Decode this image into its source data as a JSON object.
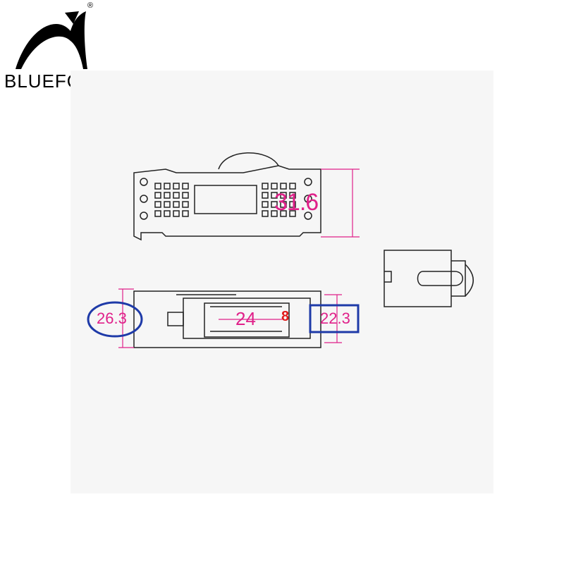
{
  "brand": {
    "name": "BLUEFOX",
    "registered_mark": "®",
    "logo_icon": "fox-head-icon"
  },
  "dimensions": {
    "height": "31.6",
    "width_left": "26.3",
    "width_inner": "24",
    "width_inner_mark": "8",
    "width_right": "22.3"
  },
  "colors": {
    "dimension_text": "#e0218a",
    "highlight_ellipse": "#1e3aa8",
    "highlight_box": "#1e3aa8",
    "red_mark": "#e01a1a"
  }
}
